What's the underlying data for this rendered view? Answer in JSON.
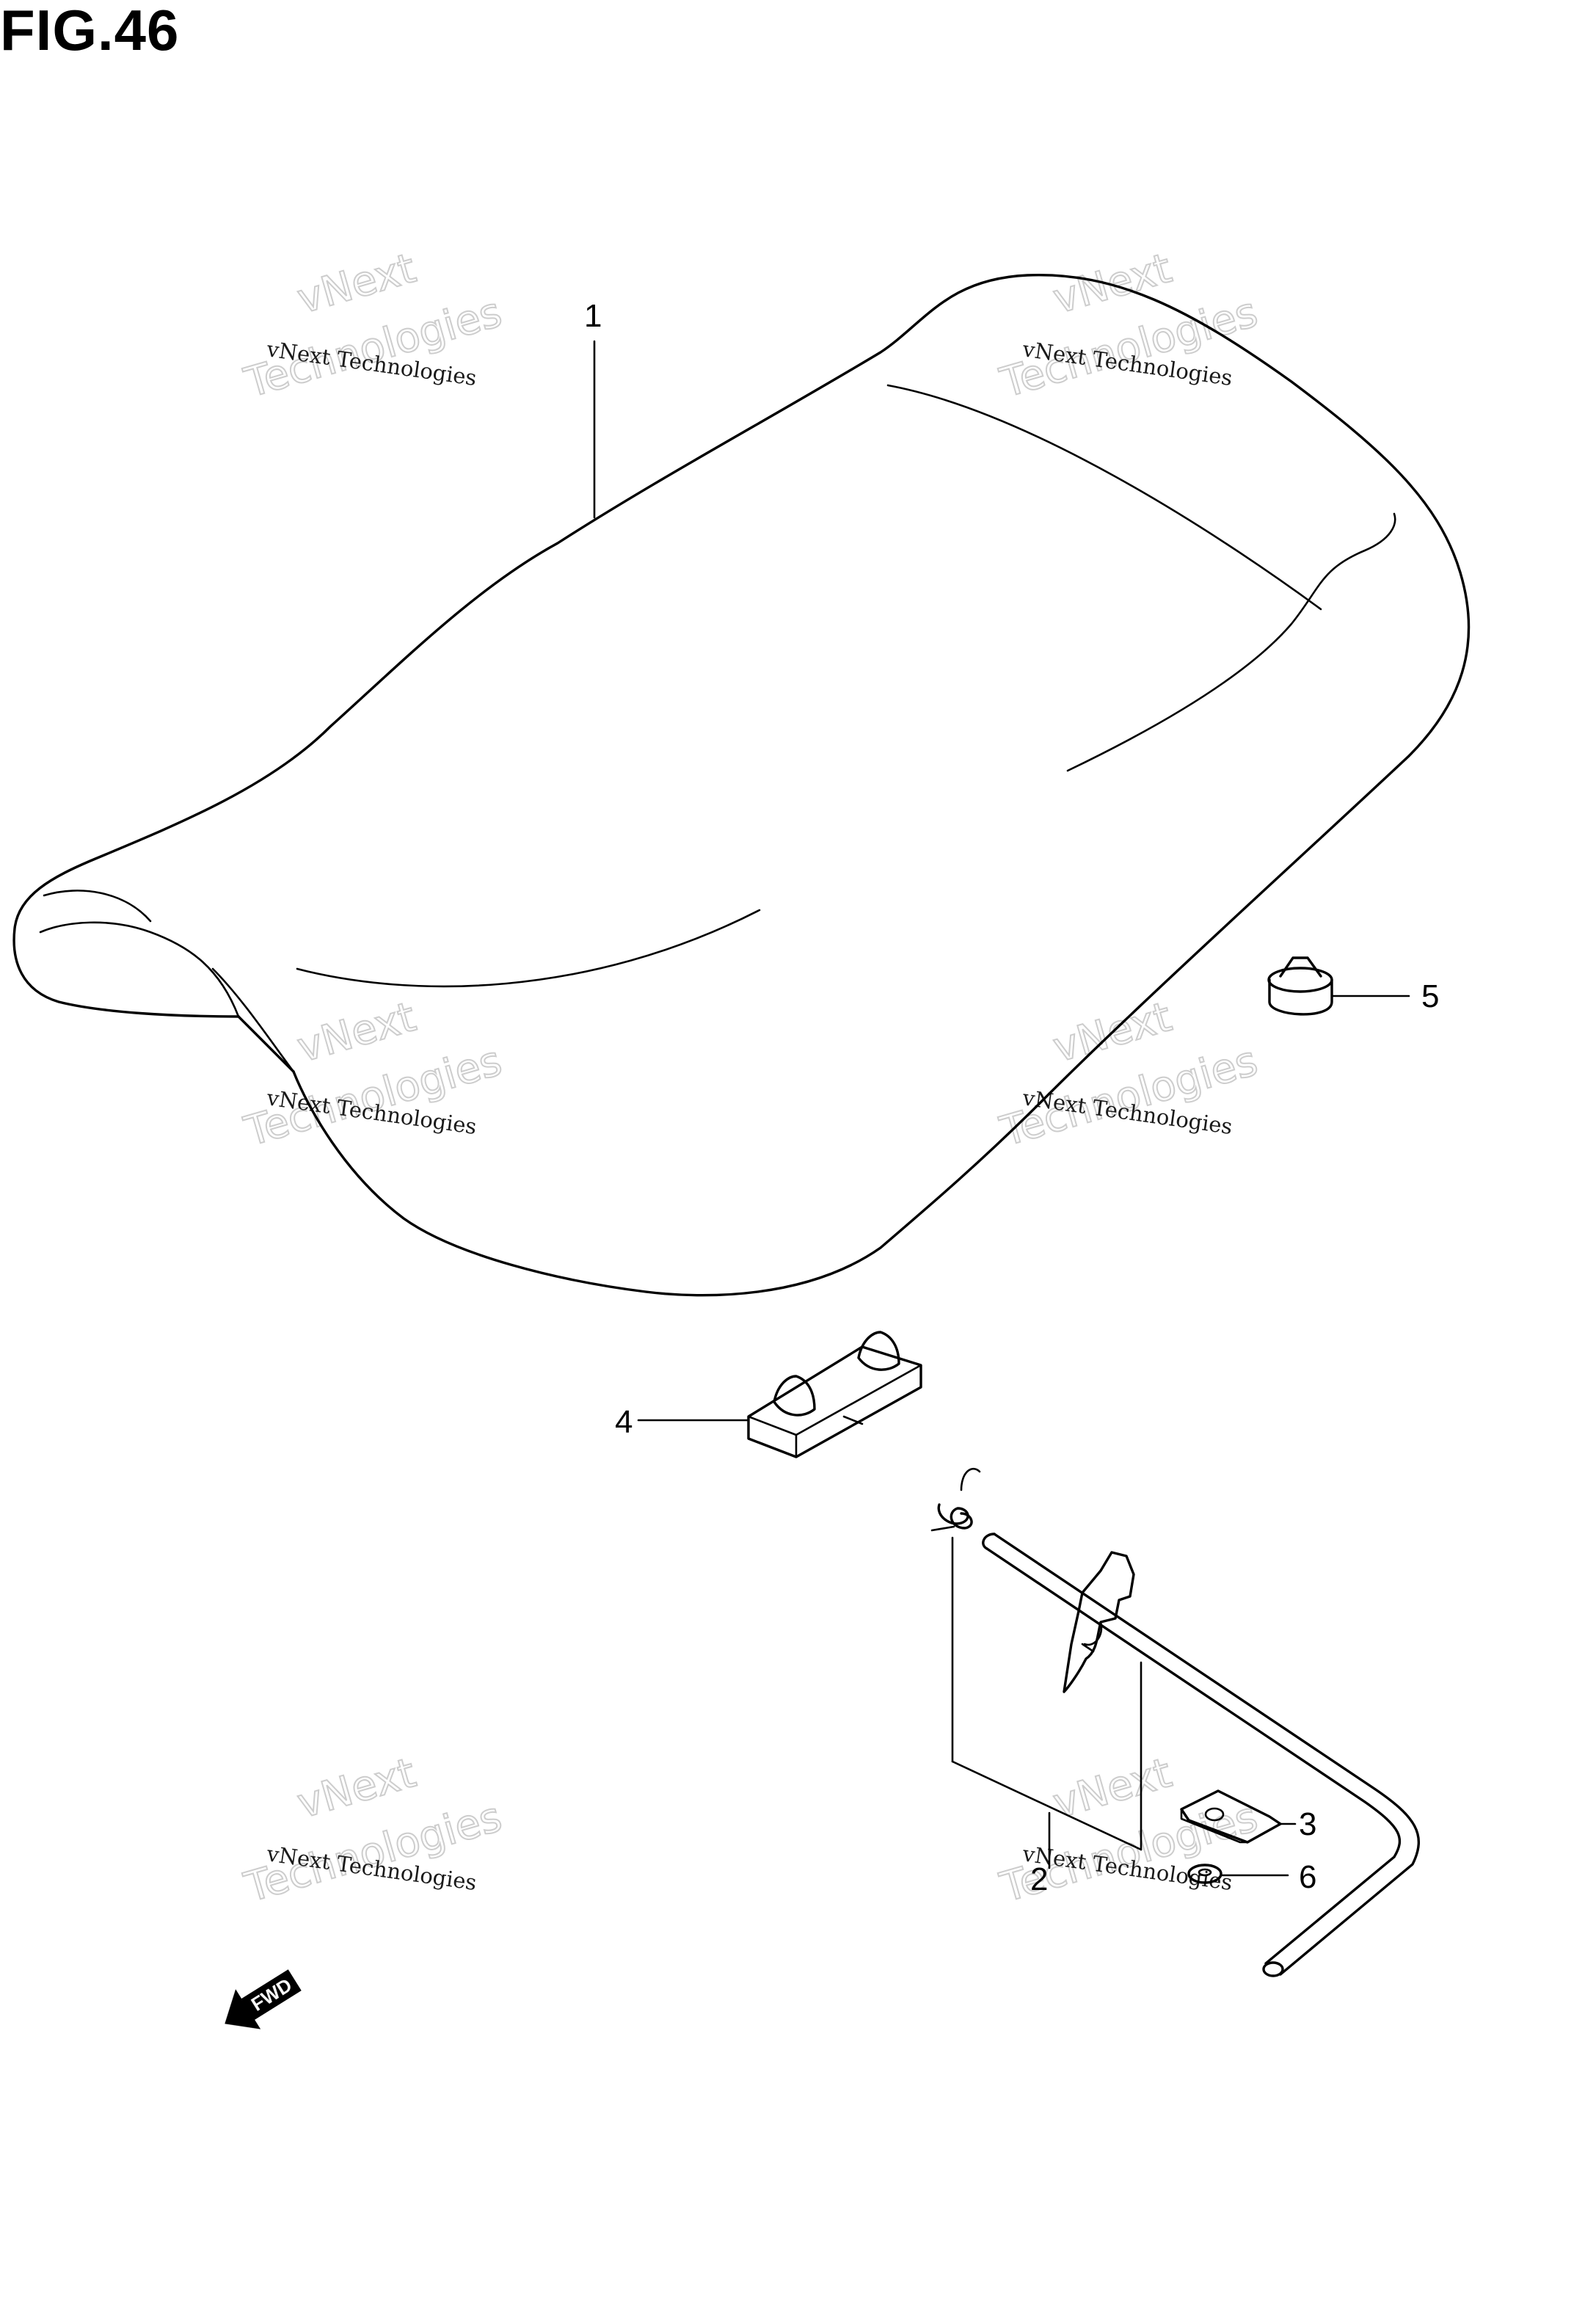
{
  "figure": {
    "title": "FIG.46"
  },
  "callouts": {
    "seat": "1",
    "seat_lock_assy": "2",
    "lock_plate": "3",
    "seat_stopper": "4",
    "cushion": "5",
    "washer": "6"
  },
  "forward_marker": {
    "label": "FWD"
  },
  "watermark": {
    "small": "vNext Technologies",
    "big_line1": "vNext",
    "big_line2": "Technologies"
  }
}
